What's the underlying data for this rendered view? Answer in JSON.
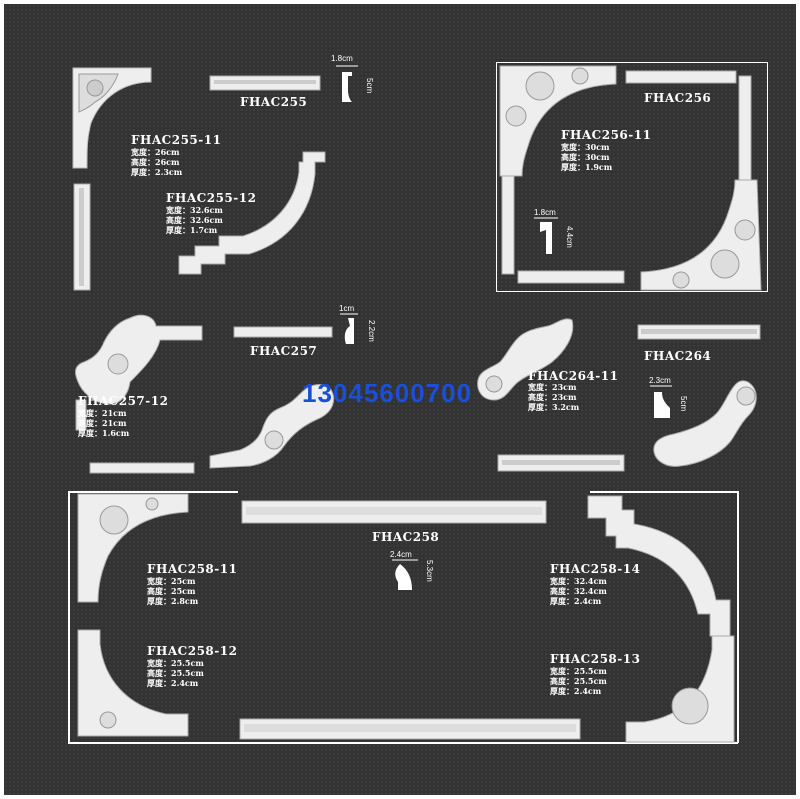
{
  "colors": {
    "background": "#333333",
    "molding": "#f2f2f2",
    "text": "#ffffff",
    "phone": "#1a4fd6"
  },
  "products": {
    "fhac255": {
      "code": "FHAC255",
      "dim_w": "1.8cm",
      "dim_h": "5cm"
    },
    "fhac255_11": {
      "code": "FHAC255-11",
      "width": "宽度：26cm",
      "height": "高度：26cm",
      "thick": "厚度：2.3cm"
    },
    "fhac255_12": {
      "code": "FHAC255-12",
      "width": "宽度：32.6cm",
      "height": "高度：32.6cm",
      "thick": "厚度：1.7cm"
    },
    "fhac256": {
      "code": "FHAC256",
      "dim_w": "1.8cm",
      "dim_h": "4.4cm"
    },
    "fhac256_11": {
      "code": "FHAC256-11",
      "width": "宽度：30cm",
      "height": "高度：30cm",
      "thick": "厚度：1.9cm"
    },
    "fhac257": {
      "code": "FHAC257",
      "dim_w": "1cm",
      "dim_h": "2.2cm"
    },
    "fhac257_12": {
      "code": "FHAC257-12",
      "width": "宽度：21cm",
      "height": "高度：21cm",
      "thick": "厚度：1.6cm"
    },
    "fhac264": {
      "code": "FHAC264",
      "dim_w": "2.3cm",
      "dim_h": "5cm"
    },
    "fhac264_11": {
      "code": "FHAC264-11",
      "width": "宽度：23cm",
      "height": "高度：23cm",
      "thick": "厚度：3.2cm"
    },
    "fhac258": {
      "code": "FHAC258",
      "dim_w": "2.4cm",
      "dim_h": "5.3cm"
    },
    "fhac258_11": {
      "code": "FHAC258-11",
      "width": "宽度：25cm",
      "height": "高度：25cm",
      "thick": "厚度：2.8cm"
    },
    "fhac258_12": {
      "code": "FHAC258-12",
      "width": "宽度：25.5cm",
      "height": "高度：25.5cm",
      "thick": "厚度：2.4cm"
    },
    "fhac258_13": {
      "code": "FHAC258-13",
      "width": "宽度：25.5cm",
      "height": "高度：25.5cm",
      "thick": "厚度：2.4cm"
    },
    "fhac258_14": {
      "code": "FHAC258-14",
      "width": "宽度：32.4cm",
      "height": "高度：32.4cm",
      "thick": "厚度：2.4cm"
    }
  },
  "phone": "13045600700",
  "icons": [
    "corner-molding-icon",
    "straight-molding-icon",
    "profile-section-icon"
  ]
}
